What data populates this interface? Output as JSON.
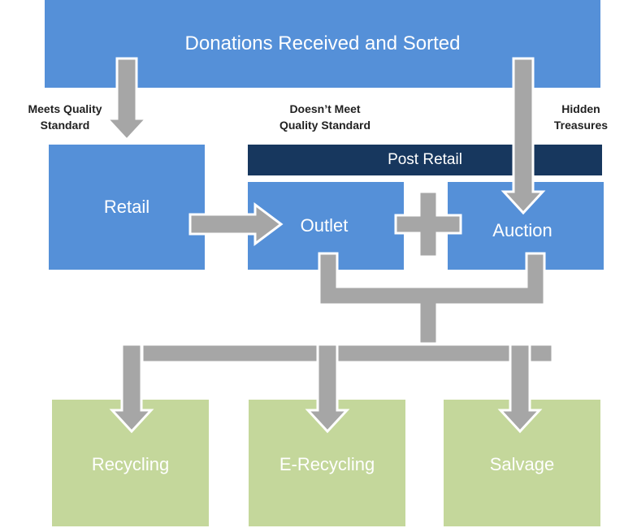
{
  "diagram": {
    "top": {
      "label": "Donations Received and Sorted"
    },
    "labels": {
      "meets_line1": "Meets Quality",
      "meets_line2": "Standard",
      "doesnt_line1": "Doesn’t Meet",
      "doesnt_line2": "Quality Standard",
      "hidden_line1": "Hidden",
      "hidden_line2": "Treasures"
    },
    "post_retail": {
      "label": "Post Retail"
    },
    "retail": {
      "label": "Retail"
    },
    "outlet": {
      "label": "Outlet"
    },
    "auction": {
      "label": "Auction"
    },
    "outputs": [
      {
        "label": "Recycling"
      },
      {
        "label": "E-Recycling"
      },
      {
        "label": "Salvage"
      }
    ],
    "colors": {
      "primary_blue": "#5590d8",
      "navy": "#17375e",
      "green": "#c4d79b",
      "arrow_gray": "#a6a6a6"
    }
  }
}
